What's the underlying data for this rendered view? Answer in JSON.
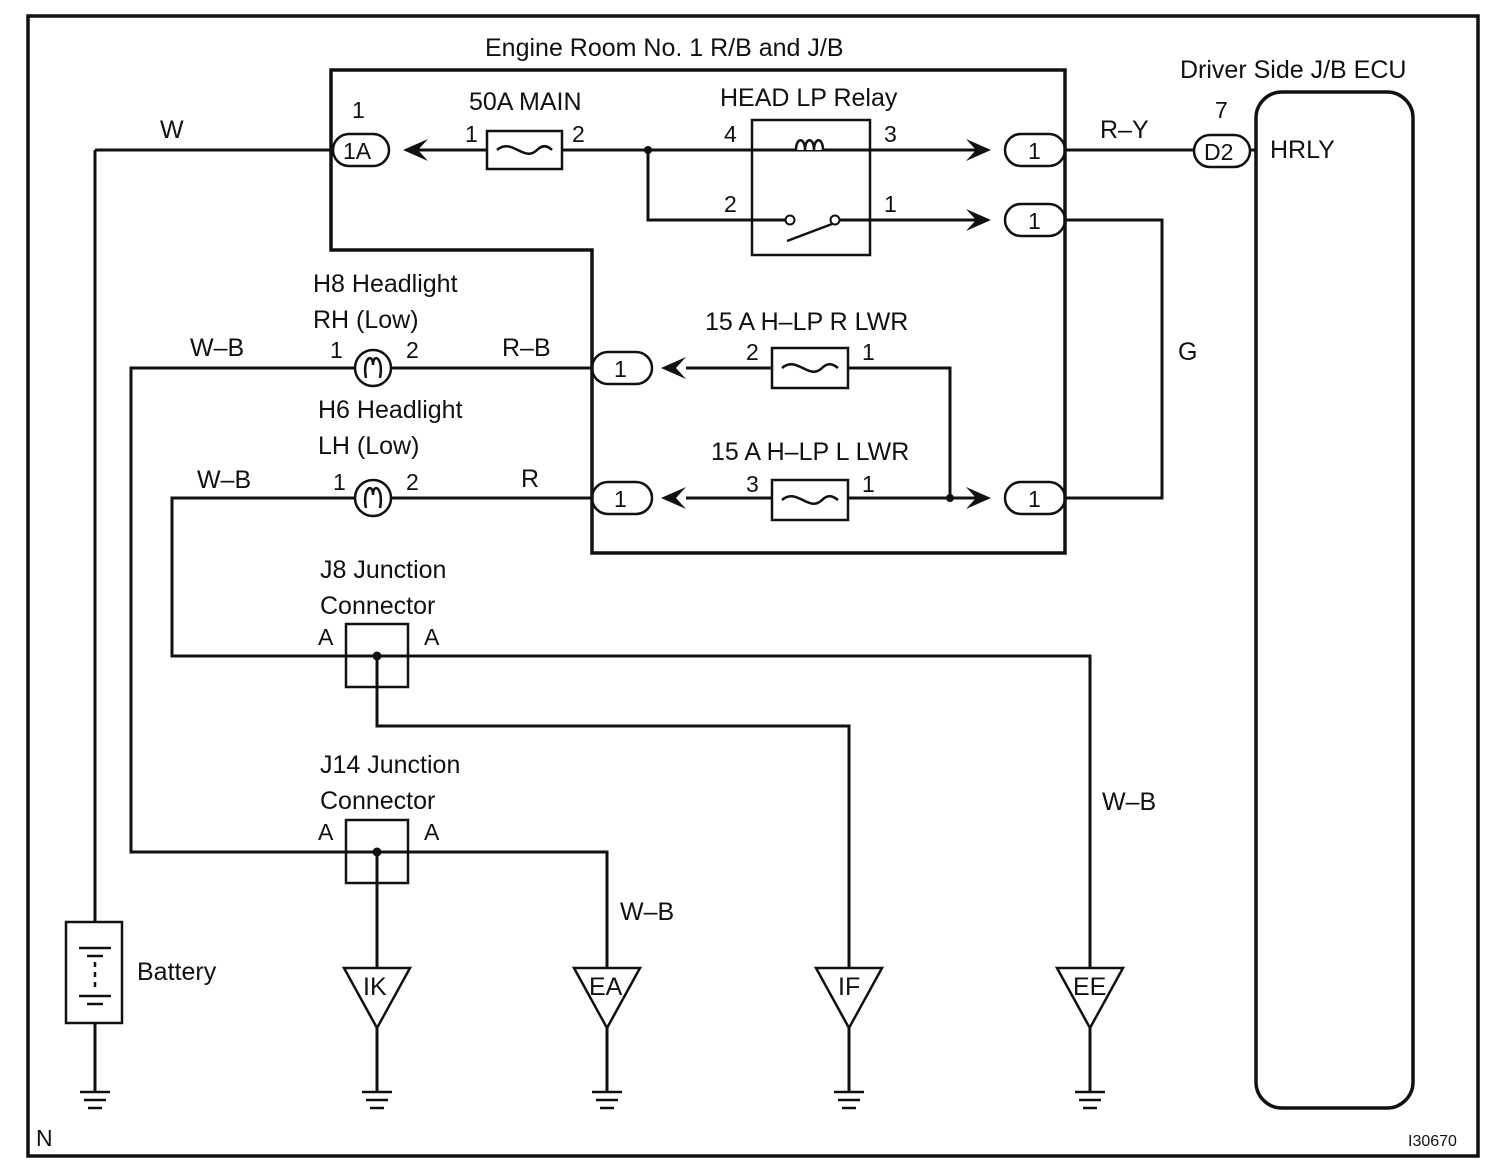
{
  "blocks": {
    "engine_room_rb_jb": "Engine Room No. 1 R/B and J/B",
    "driver_side_jb_ecu": "Driver Side J/B ECU",
    "hrly_terminal": "HRLY",
    "hrly_pin": "7",
    "hrly_connector": "D2"
  },
  "main_fuse": {
    "label": "50A MAIN",
    "pin_in": "1",
    "pin_out": "2"
  },
  "head_lp_relay": {
    "label": "HEAD LP Relay",
    "pin_4": "4",
    "pin_3": "3",
    "pin_2": "2",
    "pin_1": "1"
  },
  "fuse_r_lwr": {
    "label": "15 A H–LP R LWR",
    "pin_left": "2",
    "pin_right": "1"
  },
  "fuse_l_lwr": {
    "label": "15 A H–LP L LWR",
    "pin_left": "3",
    "pin_right": "1"
  },
  "connectors": {
    "input": {
      "pin": "1",
      "label": "1A"
    },
    "relay_coil_out": "1",
    "relay_switch_out": "1",
    "rh_out": "1",
    "lh_out": "1",
    "g_in": "1"
  },
  "headlight_rh": {
    "line1": "H8 Headlight",
    "line2": "RH (Low)",
    "pin1": "1",
    "pin2": "2"
  },
  "headlight_lh": {
    "line1": "H6 Headlight",
    "line2": "LH (Low)",
    "pin1": "1",
    "pin2": "2"
  },
  "j8": {
    "line1": "J8 Junction",
    "line2": "Connector",
    "pin_left": "A",
    "pin_right": "A"
  },
  "j14": {
    "line1": "J14 Junction",
    "line2": "Connector",
    "pin_left": "A",
    "pin_right": "A"
  },
  "wires": {
    "w": "W",
    "r_y": "R–Y",
    "g": "G",
    "rh_ground": "W–B",
    "rh_feed": "R–B",
    "lh_ground": "W–B",
    "lh_feed": "R",
    "ee_wire": "W–B",
    "ea_wire": "W–B"
  },
  "battery": "Battery",
  "grounds": [
    "IK",
    "EA",
    "IF",
    "EE"
  ],
  "footer": {
    "corner_letter": "N",
    "figure_id": "I30670"
  }
}
